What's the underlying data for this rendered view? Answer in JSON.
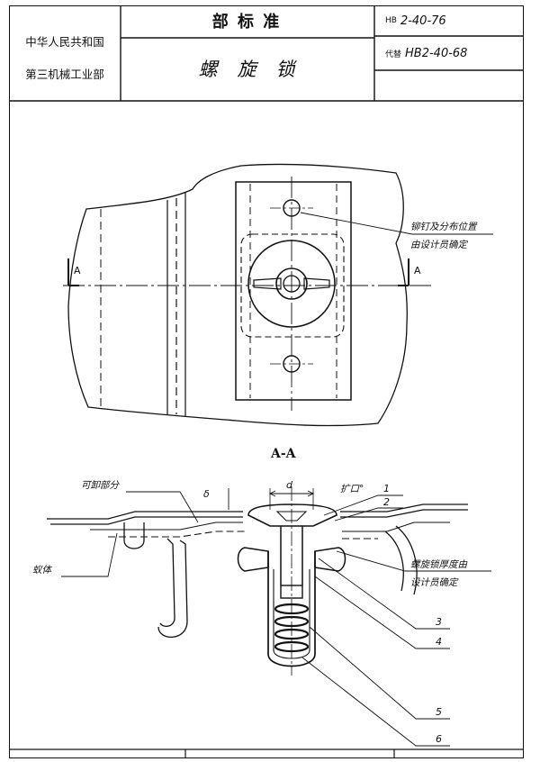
{
  "header": {
    "org_line1": "中华人民共和国",
    "org_line2": "第三机械工业部",
    "standard_type": "部 标 准",
    "title": "螺旋锁",
    "code": "2-40-76",
    "code_prefix": "HB",
    "replace_prefix": "代替",
    "replaced_code": "HB2-40-68"
  },
  "drawing": {
    "plan_view": {
      "section_marker": "A",
      "annotation": [
        "铆钉及分布位置",
        "由设计员确定"
      ]
    },
    "section_view": {
      "title": "A-A",
      "labels": {
        "skin_thickness": "可卸部分",
        "fixed_part": "蚁体",
        "dimension_d": "d",
        "clearance": "δ",
        "countersink": "扩口°"
      },
      "side_annotation": [
        "螺旋锁厚度由",
        "设计员确定"
      ],
      "callouts": [
        "1",
        "2",
        "3",
        "4",
        "5",
        "6"
      ]
    }
  }
}
